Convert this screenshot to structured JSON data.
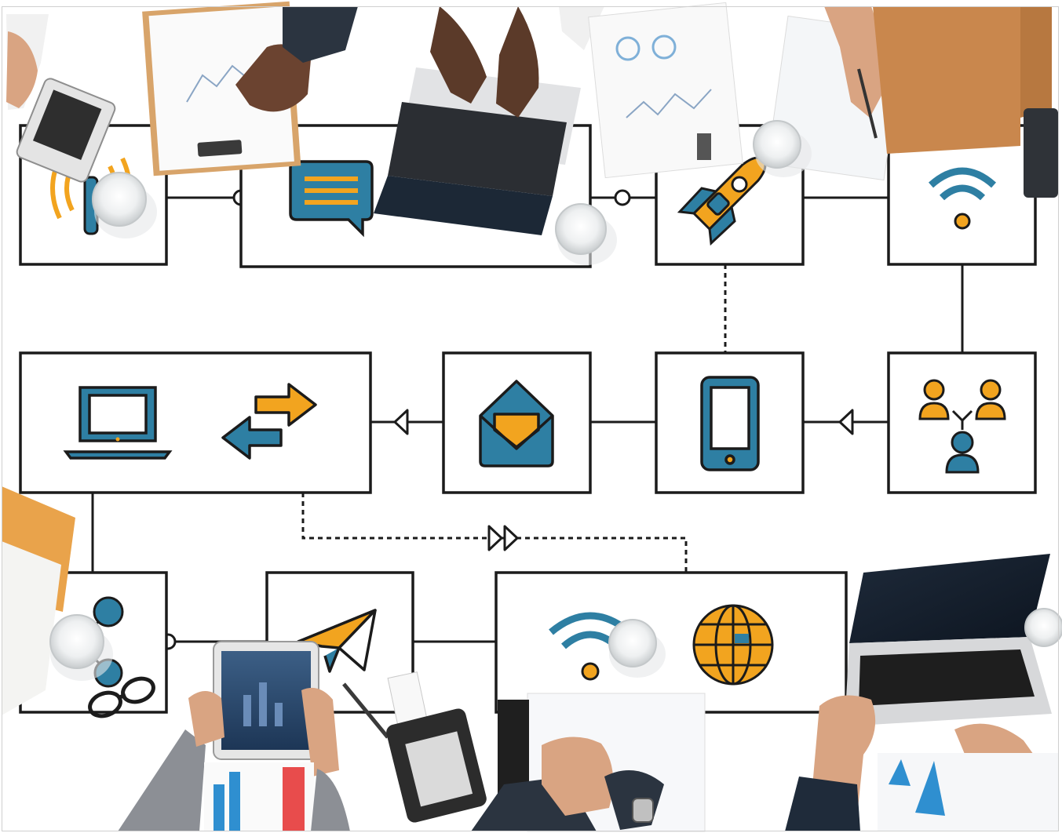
{
  "colors": {
    "blue": "#2e7fa3",
    "orange": "#f2a41f",
    "line": "#1b1b1b",
    "skin_dark": "#5b3a29",
    "skin_light": "#d9a482",
    "suit": "#2b3440",
    "paper": "#f7f7f5",
    "folder": "#c9874d"
  },
  "icons": [
    "nfc-payment-icon",
    "chat-message-icon",
    "rocket-icon",
    "wifi-icon",
    "laptop-icon",
    "transfer-arrows-icon",
    "email-envelope-icon",
    "smartphone-icon",
    "team-network-icon",
    "share-nodes-icon",
    "paper-plane-icon",
    "wifi-icon",
    "globe-icon"
  ],
  "photo_objects": [
    "calculator",
    "clipboard-chart",
    "laptop-typing",
    "report-charts",
    "pen-hand",
    "brown-folder",
    "water-glass",
    "eyeglasses",
    "tablet",
    "receipt-calculator",
    "business-hands",
    "laptop-open"
  ]
}
